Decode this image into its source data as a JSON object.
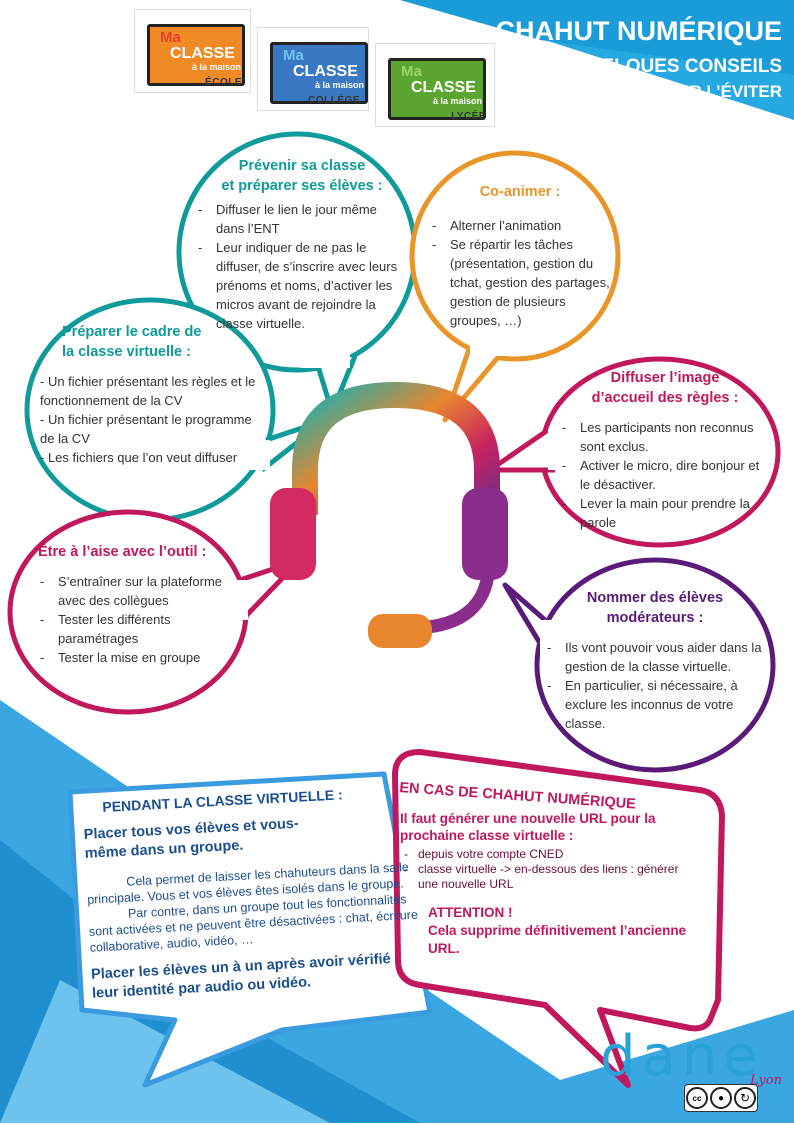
{
  "title": {
    "line1": "CHAHUT NUMÉRIQUE",
    "line2": "QUELQUES CONSEILS",
    "line3": "POUR L’ÉVITER"
  },
  "logos": [
    {
      "ma": "Ma",
      "classe": "CLASSE",
      "maison": "à la maison",
      "level": "ÉCOLE",
      "color": "#f08a24"
    },
    {
      "ma": "Ma",
      "classe": "CLASSE",
      "maison": "à la maison",
      "level": "COLLÈGE",
      "color": "#3b78c4"
    },
    {
      "ma": "Ma",
      "classe": "CLASSE",
      "maison": "à la maison",
      "level": "LYCÉE",
      "color": "#5aa631"
    }
  ],
  "bubbles": {
    "prevenir": {
      "heading1": "Prévenir sa classe",
      "heading2": "et préparer ses élèves :",
      "items": [
        "Diffuser le lien le jour même dans l’ENT",
        "Leur indiquer de ne pas le diffuser, de s’inscrire avec leurs prénoms  et noms, d’activer les micros avant de rejoindre la classe virtuelle."
      ],
      "color": "#109a9a"
    },
    "coanimer": {
      "heading": "Co-animer :",
      "items": [
        "Alterner l’animation",
        "Se répartir les tâches (présentation, gestion du tchat, gestion des partages, gestion de plusieurs groupes, …)"
      ],
      "color": "#e8952a"
    },
    "preparer": {
      "heading1": "Préparer  le  cadre  de",
      "heading2": "la classe virtuelle :",
      "items": [
        "- Un  fichier présentant les règles et le fonctionnement  de la CV",
        " - Un  fichier présentant le programme  de la CV",
        "-     Les fichiers que l’on veut diffuser"
      ],
      "color": "#109a9a"
    },
    "diffuser": {
      "heading1": "Diffuser l’image",
      "heading2": "d’accueil des règles :",
      "items": [
        "Les participants non reconnus sont exclus.",
        "Activer le micro, dire bonjour  et le désactiver.",
        "Lever la main pour prendre  la parole"
      ],
      "color": "#c0175d"
    },
    "etre": {
      "heading": "Être à l’aise avec l’outil :",
      "items": [
        "S’entraîner sur la plateforme  avec des collègues",
        "Tester les différents paramétrages",
        "Tester la mise en groupe"
      ],
      "color": "#c0175d"
    },
    "nommer": {
      "heading1": "Nommer  des  élèves",
      "heading2": "modérateurs :",
      "items": [
        "Ils vont pouvoir  vous aider dans la gestion de la classe virtuelle.",
        "En particulier, si nécessaire, à exclure les inconnus de votre classe."
      ],
      "color": "#5a1b78"
    }
  },
  "pendant": {
    "heading": "PENDANT LA CLASSE VIRTUELLE :",
    "sub": "Placer tous vos élèves et vous-même dans un groupe.",
    "p1": "Cela permet de laisser les chahuteurs dans la salle principale. Vous et vos élèves êtes isolés dans le groupe.",
    "p2": "Par contre, dans un groupe tout les fonctionnalités sont activées et ne peuvent être désactivées : chat, écriture collaborative, audio, vidéo, …",
    "footer": "Placer les élèves un à un après avoir vérifié leur identité par audio ou vidéo."
  },
  "chahut": {
    "heading": "EN CAS DE CHAHUT NUMÉRIQUE",
    "sub": "Il faut générer une nouvelle URL pour la prochaine classe virtuelle :",
    "items": [
      "depuis votre compte CNED",
      "classe virtuelle -> en-dessous des liens : générer une nouvelle URL"
    ],
    "warn1": "ATTENTION !",
    "warn2": "Cela supprime définitivement l’ancienne URL."
  },
  "dane": {
    "word": "dane",
    "city": "Lyon",
    "license": "cc by sa"
  }
}
